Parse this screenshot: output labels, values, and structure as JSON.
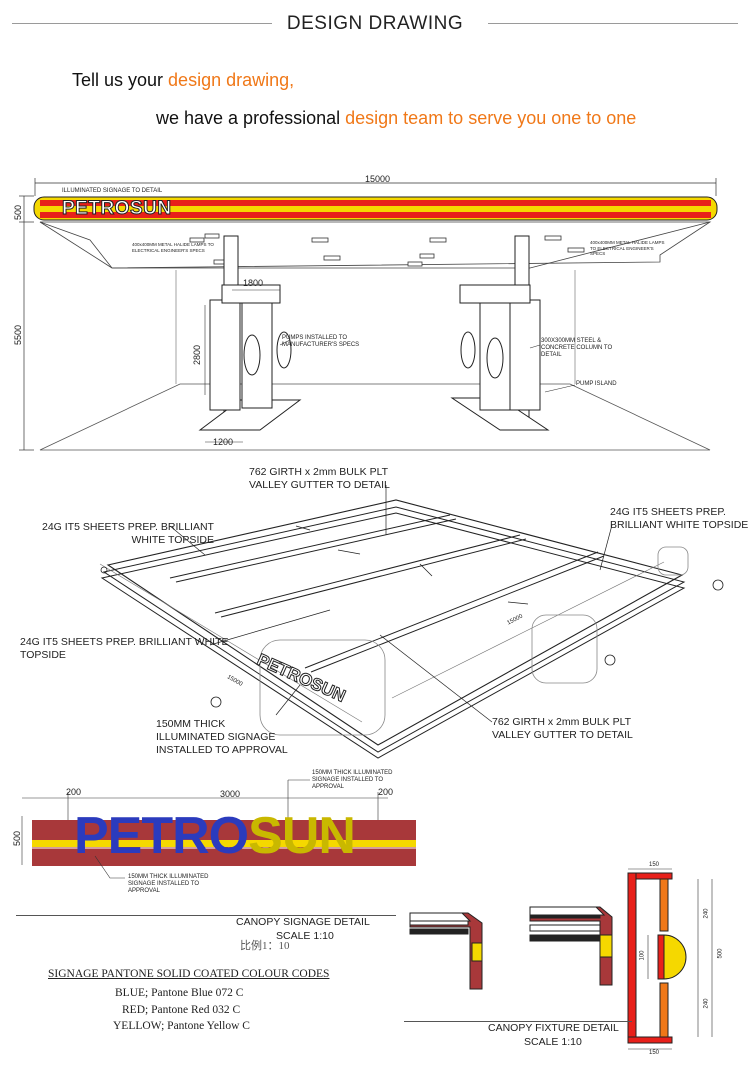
{
  "header": {
    "title": "DESIGN DRAWING"
  },
  "intro": {
    "line1_plain": "Tell us your ",
    "line1_highlight": "design drawing,",
    "line2_plain": "we have a professional ",
    "line2_highlight": "design team to serve you one to one"
  },
  "colors": {
    "orange": "#f07818",
    "red": "#e8201a",
    "yellow": "#f5d800",
    "blue": "#2b3bbd",
    "brown_red": "#a8383a"
  },
  "canopy_elevation": {
    "brand": "PETROSUN",
    "dim_width": "15000",
    "dim_fascia": "500",
    "dim_height": "5500",
    "dim_pump_height": "2800",
    "dim_pump_top": "1800",
    "dim_island": "1200",
    "label_signage": "ILLUMINATED SIGNAGE TO DETAIL",
    "label_lights_left": "400x400MM METAL HALIDE LAMPS TO ELECTRICAL ENGINEER'S SPECS",
    "label_lights_right": "400x400MM METAL HALIDE LAMPS TO ELECTRICAL ENGINEER'S SPECS",
    "label_pumps": "PUMPS INSTALLED TO MANUFACTURER'S SPECS",
    "label_column": "300X300MM STEEL & CONCRETE COLUMN TO DETAIL",
    "label_island": "PUMP ISLAND"
  },
  "roof_plan": {
    "label_gutter_top": [
      "762 GIRTH x 2mm BULK PLT",
      "VALLEY GUTTER TO DETAIL"
    ],
    "label_sheets_left": [
      "24G IT5 SHEETS PREP. BRILLIANT",
      "WHITE TOPSIDE"
    ],
    "label_sheets_right": [
      "24G IT5 SHEETS PREP.",
      "BRILLIANT WHITE TOPSIDE"
    ],
    "label_sheets_mid": [
      "24G IT5 SHEETS PREP. BRILLIANT WHITE",
      "TOPSIDE"
    ],
    "label_signage": [
      "150MM THICK",
      "ILLUMINATED SIGNAGE",
      "INSTALLED TO APPROVAL"
    ],
    "label_gutter_bottom": [
      "762 GIRTH x 2mm BULK PLT",
      "VALLEY GUTTER TO DETAIL"
    ],
    "dim_a": "15000",
    "dim_b": "15000",
    "brand": "PETROSUN"
  },
  "signage_detail": {
    "brand_blue": "PETRO",
    "brand_yellow": "SUN",
    "dim_total": "3000",
    "dim_left": "200",
    "dim_right": "200",
    "dim_height": "500",
    "label_top": [
      "150MM THICK ILLUMINATED",
      "SIGNAGE INSTALLED TO",
      "APPROVAL"
    ],
    "label_bottom": [
      "150MM THICK ILLUMINATED",
      "SIGNAGE INSTALLED TO",
      "APPROVAL"
    ],
    "title": "CANOPY SIGNAGE  DETAIL",
    "scale": "SCALE 1:10",
    "scale_cn": "比例1：10"
  },
  "pantone": {
    "title": "SIGNAGE PANTONE SOLID COATED COLOUR CODES",
    "lines": [
      "BLUE; Pantone Blue 072 C",
      "RED; Pantone Red 032 C",
      "YELLOW; Pantone Yellow C"
    ]
  },
  "fixture_detail": {
    "title": "CANOPY FIXTURE  DETAIL",
    "scale": "SCALE 1:10",
    "dim_top": "150",
    "dim_bottom": "150",
    "dim_a": "240",
    "dim_b": "240",
    "dim_c": "100",
    "dim_d": "500"
  }
}
